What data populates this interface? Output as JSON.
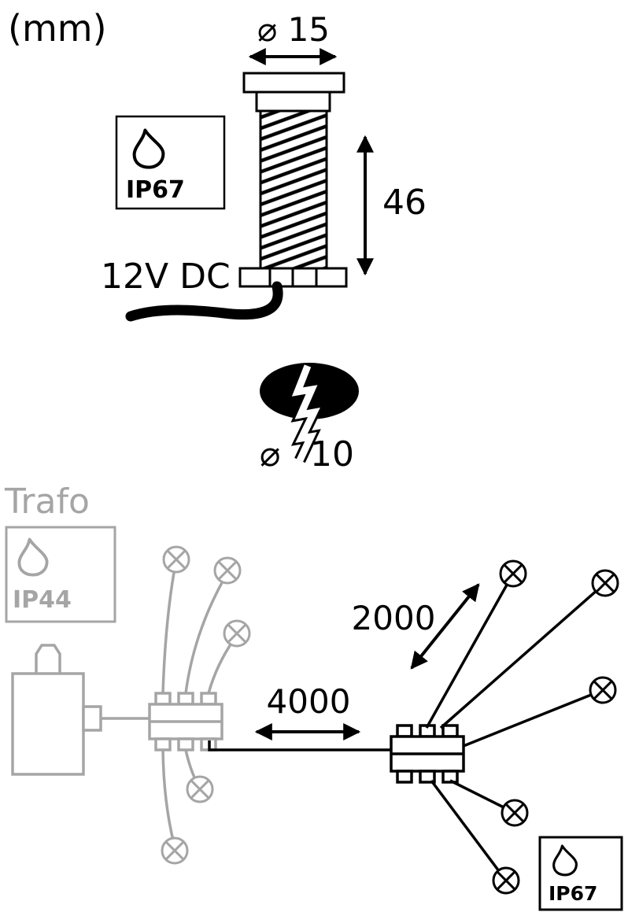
{
  "units_label": "(mm)",
  "fixture": {
    "diameter_label": "⌀ 15",
    "height_label": "46",
    "power_label": "12V DC",
    "ip_badge": "IP67",
    "hole": {
      "diameter_symbol": "⌀",
      "diameter_value": "10"
    }
  },
  "installation": {
    "transformer_label": "Trafo",
    "transformer_ip_badge": "IP44",
    "main_cable_length": "4000",
    "branch_cable_length": "2000",
    "ip_badge": "IP67"
  },
  "icons": {
    "water_drop": "drop-outline",
    "lamp": "circle-with-diagonal-cross",
    "dimension_arrow": "double-headed-arrow"
  },
  "colors": {
    "primary": "#000000",
    "secondary_gray": "#a5a5a5",
    "background": "#ffffff"
  }
}
